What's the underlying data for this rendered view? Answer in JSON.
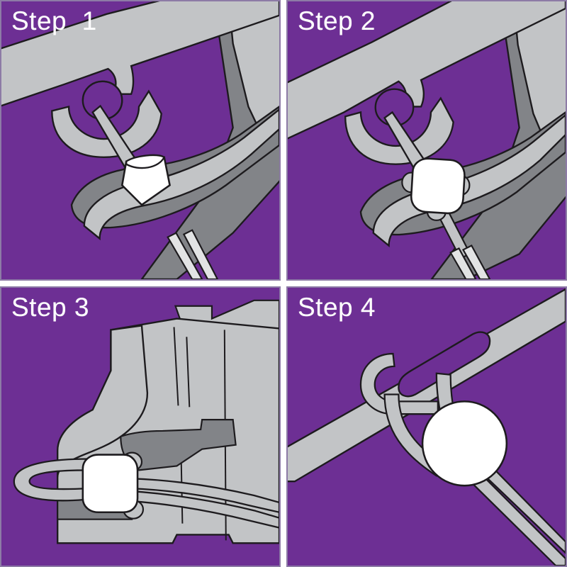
{
  "document": {
    "kind": "instruction-diagram",
    "title": "Crimp Bead Cable Loop Assembly",
    "panel_count": 4,
    "layout": "2x2 grid"
  },
  "palette": {
    "background": "#ffffff",
    "panel_purple": "#6d2f94",
    "panel_border": "#8d7ba6",
    "metal_light": "#c2c4c6",
    "metal_mid": "#b3b5b8",
    "metal_dark": "#828488",
    "metal_shadow": "#6f7175",
    "bead_white": "#ffffff",
    "bead_shadow": "#241f24",
    "outline": "#1d1b1e",
    "label_text": "#ffffff"
  },
  "panels": [
    {
      "id": "step-1",
      "label": "Step  1",
      "index": 1,
      "caption_text": "Step  1",
      "scene": "cable end threaded through strap eyelet with crimp ferrule seated on tube",
      "elements": {
        "strap": "grey webbing strap with circular eyelet",
        "eyelet": "round hole in strap showing purple background",
        "cable": "thin grey cable passing through eyelet",
        "ferrule": "white cylindrical crimp bead",
        "shadow": "dark oval shadow behind ferrule",
        "tube": "grey tube running diagonally",
        "strands": "two parallel cable strands exiting bottom"
      }
    },
    {
      "id": "step-2",
      "label": "Step 2",
      "index": 2,
      "caption_text": "Step 2",
      "scene": "crimp bead positioned as rounded square over cable junction",
      "elements": {
        "strap": "grey webbing strap with circular eyelet",
        "eyelet": "round hole in strap showing purple background",
        "cable": "thin grey cable passing through eyelet",
        "bead": "white rounded-square crimp bead",
        "tube": "grey tube running diagonally",
        "strands": "cable strands exiting bottom"
      }
    },
    {
      "id": "step-3",
      "label": "Step 3",
      "index": 3,
      "caption_text": "Step 3",
      "scene": "crimping pliers jaw clamping the white bead on the cable loop",
      "elements": {
        "tool": "grey crimping plier jaw / tool head",
        "tool_notch": "notched jaw recess",
        "bead": "white rounded-square crimp bead in jaw",
        "loop": "cable loop extending left",
        "cable_tails": "two cable tails running right"
      }
    },
    {
      "id": "step-4",
      "label": "Step 4",
      "index": 4,
      "caption_text": "Step 4",
      "scene": "finished cable loop girth-hitched through strap slot with round crimp bead",
      "elements": {
        "strap": "grey diagonal webbing strap",
        "slot": "elongated slot in strap",
        "loop": "cable loop threaded through slot",
        "bead": "round white crimp bead",
        "strands": "two cable strands descending to lower right"
      }
    }
  ]
}
